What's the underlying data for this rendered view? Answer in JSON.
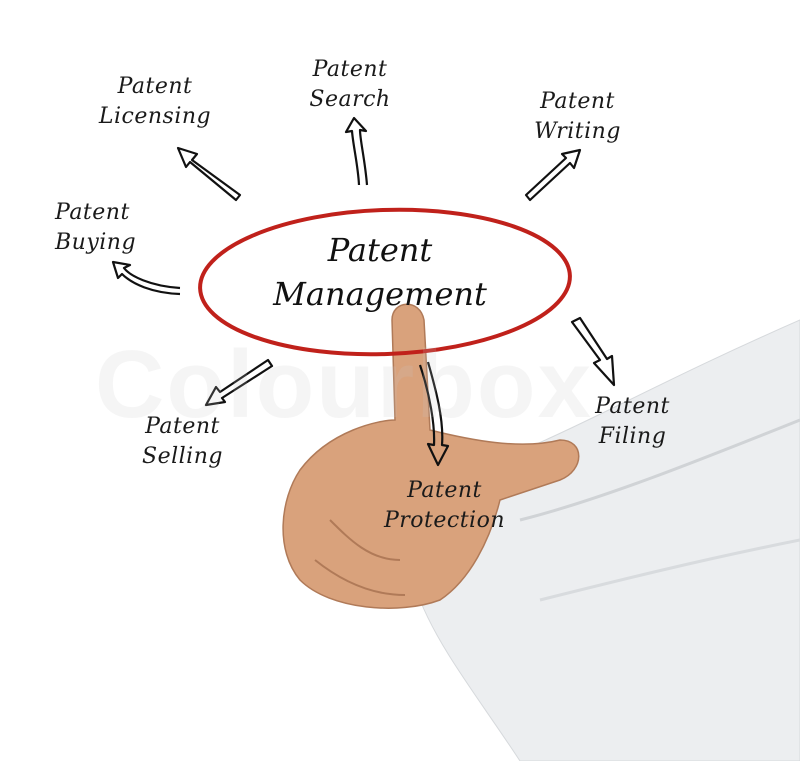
{
  "center": {
    "line1": "Patent",
    "line2": "Management"
  },
  "nodes": [
    {
      "line1": "Patent",
      "line2": "Licensing"
    },
    {
      "line1": "Patent",
      "line2": "Search"
    },
    {
      "line1": "Patent",
      "line2": "Writing"
    },
    {
      "line1": "Patent",
      "line2": "Buying"
    },
    {
      "line1": "Patent",
      "line2": "Selling"
    },
    {
      "line1": "Patent",
      "line2": "Protection"
    },
    {
      "line1": "Patent",
      "line2": "Filing"
    }
  ],
  "watermark": "Colourbox",
  "colors": {
    "ellipse": "#c0211b",
    "ink": "#1a1a1a",
    "skin": "#d9a27c",
    "sleeve": "#eceef0"
  }
}
